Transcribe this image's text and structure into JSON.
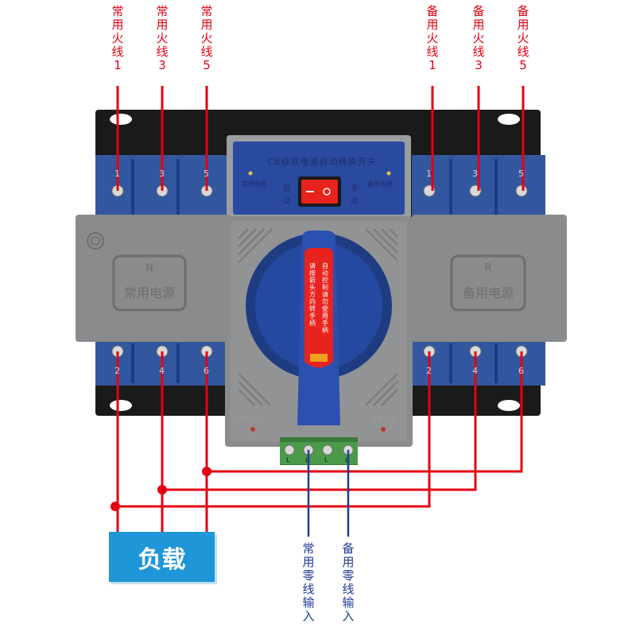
{
  "top_labels_main": [
    {
      "lines": [
        "常",
        "用",
        "火",
        "线",
        "1"
      ]
    },
    {
      "lines": [
        "常",
        "用",
        "火",
        "线",
        "3"
      ]
    },
    {
      "lines": [
        "常",
        "用",
        "火",
        "线",
        "5"
      ]
    }
  ],
  "top_labels_backup": [
    {
      "lines": [
        "备",
        "用",
        "火",
        "线",
        "1"
      ]
    },
    {
      "lines": [
        "备",
        "用",
        "火",
        "线",
        "3"
      ]
    },
    {
      "lines": [
        "备",
        "用",
        "火",
        "线",
        "5"
      ]
    }
  ],
  "switch": {
    "title": "CB级双电源自动转换开关",
    "indicator_main": "常用电源",
    "indicator_backup": "备用电源",
    "mode_auto": [
      "自",
      "动"
    ],
    "mode_manual": [
      "手",
      "动"
    ],
    "left_box_letter": "N",
    "left_box_label": "常用电源",
    "right_box_letter": "R",
    "right_box_label": "备用电源",
    "top_terminals": [
      "1",
      "3",
      "5",
      "1",
      "3",
      "5"
    ],
    "bottom_terminals": [
      "2",
      "4",
      "6",
      "2",
      "4",
      "6"
    ],
    "handle_text_left": [
      "请",
      "按",
      "箭",
      "头",
      "方",
      "向",
      "转",
      "手",
      "柄"
    ],
    "handle_text_right": [
      "自",
      "动",
      "控",
      "制",
      "请",
      "勿",
      "使",
      "用",
      "手",
      "柄"
    ],
    "bottom_left_label": "常用合闸",
    "bottom_right_label": "备用合闸",
    "neutral_terminals": [
      "L",
      "L",
      "L",
      "L"
    ]
  },
  "load_label": "负载",
  "neutral_labels": [
    {
      "lines": [
        "常",
        "用",
        "零",
        "线",
        "输",
        "入"
      ]
    },
    {
      "lines": [
        "备",
        "用",
        "零",
        "线",
        "输",
        "入"
      ]
    }
  ],
  "colors": {
    "wire_red": "#e60012",
    "wire_blue": "#1f3a93",
    "body_blue": "#2b4fa6",
    "housing_gray": "#8a8b8d",
    "load_blue": "#1e96d8"
  }
}
